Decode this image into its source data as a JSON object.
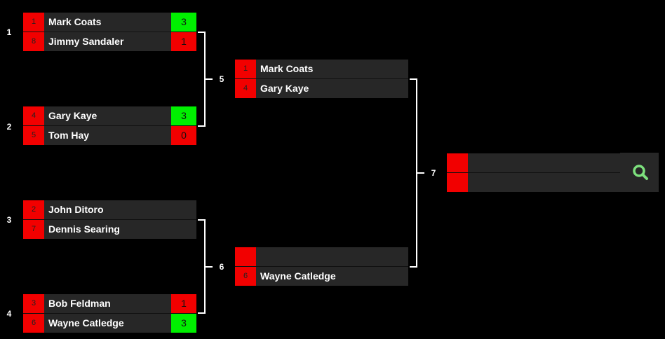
{
  "matches": {
    "m1": {
      "number": "1",
      "top": {
        "seed": "1",
        "name": "Mark Coats",
        "score": "3"
      },
      "bottom": {
        "seed": "8",
        "name": "Jimmy Sandaler",
        "score": "1"
      }
    },
    "m2": {
      "number": "2",
      "top": {
        "seed": "4",
        "name": "Gary Kaye",
        "score": "3"
      },
      "bottom": {
        "seed": "5",
        "name": "Tom Hay",
        "score": "0"
      }
    },
    "m3": {
      "number": "3",
      "top": {
        "seed": "2",
        "name": "John Ditoro",
        "score": ""
      },
      "bottom": {
        "seed": "7",
        "name": "Dennis Searing",
        "score": ""
      }
    },
    "m4": {
      "number": "4",
      "top": {
        "seed": "3",
        "name": "Bob Feldman",
        "score": "1"
      },
      "bottom": {
        "seed": "6",
        "name": "Wayne Catledge",
        "score": "3"
      }
    },
    "m5": {
      "number": "5",
      "top": {
        "seed": "1",
        "name": "Mark Coats",
        "score": ""
      },
      "bottom": {
        "seed": "4",
        "name": "Gary Kaye",
        "score": ""
      }
    },
    "m6": {
      "number": "6",
      "top": {
        "seed": "",
        "name": "",
        "score": ""
      },
      "bottom": {
        "seed": "6",
        "name": "Wayne Catledge",
        "score": ""
      }
    },
    "m7": {
      "number": "7",
      "top": {
        "seed": "",
        "name": "",
        "score": ""
      },
      "bottom": {
        "seed": "",
        "name": "",
        "score": ""
      }
    }
  },
  "icons": {
    "search": "magnifier-icon"
  },
  "colors": {
    "win": "#00f000",
    "lose": "#f20000",
    "seed": "#f20000",
    "row": "#272727",
    "icon": "#7de07d"
  }
}
